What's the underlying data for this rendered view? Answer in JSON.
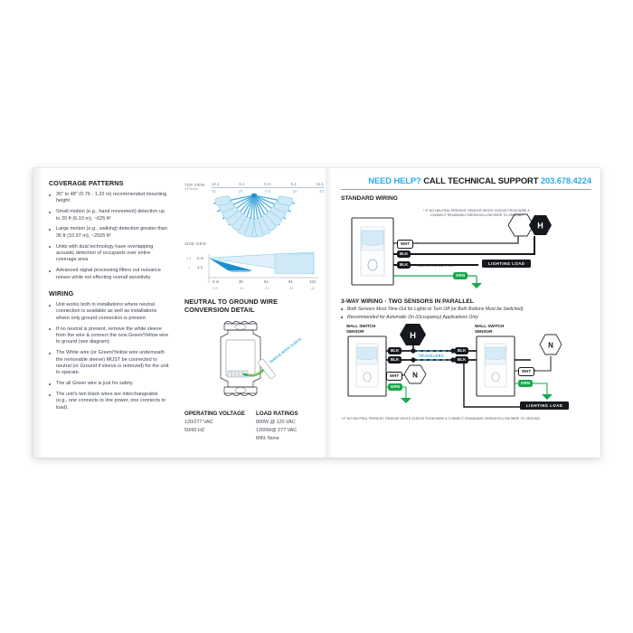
{
  "document": {
    "left_panel": {
      "coverage_heading": "COVERAGE PATTERNS",
      "coverage_bullets": [
        "30\" to 48\" (0.76 - 1.22 m) recommended mounting height",
        "Small motion (e.g., hand movement) detection up to  20 ft (6.10 m), ~625 ft²",
        "Large motion (e.g., walking) detection greater than 36 ft (10.97 m), ~2025 ft²",
        "Units with dual technology have overlapping acoustic detection of occupants over entire coverage area",
        "Advanced signal processing filters out nuisance noises while not effecting overall sensitivity"
      ],
      "wiring_heading": "WIRING",
      "wiring_bullets": [
        "Unit works both in installations where neutral connection is available as well as installations where only ground connection is present.",
        "If no neutral is present, remove the white sleeve from the wire & connect the now Green/Yellow wire to ground (see diagram).",
        "The White wire (or Green/Yellow wire underneath the removable sleeve) MUST be connected to neutral (or Ground if sleeve is removed) for the unit to operate.",
        "The all Green wire is just for safety.",
        "The unit's two black wires are interchangeable (e.g., one connects to line power, one connects to load)."
      ]
    },
    "mid_panel": {
      "top_view_label": "TOP VIEW",
      "top_view_sub": "4 ft Mount",
      "side_view_label": "SIDE VIEW",
      "conversion_heading_line1": "NEUTRAL TO GROUND WIRE",
      "conversion_heading_line2": "CONVERSION DETAIL",
      "sleeve_note": "REMOVE WHITE SLEEVE",
      "operating_voltage_heading": "OPERATING VOLTAGE",
      "operating_voltage_lines": [
        "120/277 VAC",
        "50/60 HZ"
      ],
      "load_ratings_heading": "LOAD RATINGS",
      "load_ratings_lines": [
        "800W @ 120 VAC",
        "1200W@ 277 VAC",
        "MIN: None"
      ]
    },
    "right_panel": {
      "help_prefix": "NEED HELP?",
      "help_middle": " CALL TECHNICAL SUPPORT ",
      "help_phone": "203.678.4224",
      "standard_heading": "STANDARD WIRING",
      "standard_note": "* IF NO NEUTRAL PRESENT, REMOVE WHITE SLEEVE FROM WIRE & CONNECT REMAINING GREEN/YELLOW WIRE TO GROUND",
      "standard_tags": {
        "wht": "WHT",
        "blk": "BLK",
        "grn": "GRN",
        "switched_output": "SWITCHED OUTPUT",
        "lighting_load": "LIGHTING LOAD",
        "hot": "H"
      },
      "threeway_heading": "3-WAY WIRING - TWO SENSORS IN PARALLEL",
      "threeway_bullets": [
        "Both Sensors Must Time Out for Lights to Turn Off (or Both Buttons Must be Switched)",
        "Recommended for Automatic On (Occupancy) Applications Only"
      ],
      "wall_switch_label_line1": "WALL SWITCH",
      "wall_switch_label_line2": "SENSOR",
      "travelers_label": "TRAVELERS",
      "neutral": "N",
      "hot": "H",
      "threeway_note": "* IF NO NEUTRAL PRESENT, REMOVE WHITE SLEEVE FROM WIRE & CONNECT  REMAINING GREEN/YELLOW WIRE TO GROUND"
    }
  },
  "chart_data": [
    {
      "type": "area",
      "title": "TOP VIEW",
      "subtitle": "4 ft Mount",
      "xlabel": "",
      "ylabel": "",
      "tick_labels_ft": [
        "12.1",
        "6.1",
        "0 m",
        "6.1",
        "12.1"
      ],
      "tick_labels_m": [
        "40",
        "20",
        "0 ft",
        "20",
        "40"
      ],
      "grid": false,
      "legend": "none",
      "description": "Radial fan coverage pattern, ~180 degrees, with long center lobes"
    },
    {
      "type": "area",
      "title": "SIDE VIEW",
      "xlabel": "",
      "ylabel": "",
      "y_tick_labels_ft": [
        "0 ft",
        "4"
      ],
      "y_tick_labels_m": [
        "0 m",
        "1.2"
      ],
      "x_tick_labels_m": [
        "0 m",
        "30",
        "61",
        "91",
        "122"
      ],
      "x_tick_labels_ft": [
        "0 ft",
        "10",
        "20",
        "30",
        "40"
      ],
      "grid": false,
      "legend": "none",
      "description": "Side elevation coverage wedge expanding from mount point to 122 m"
    }
  ],
  "colors": {
    "accent_cyan": "#29ace3",
    "wire_green": "#17a84a",
    "tag_black": "#15181c",
    "coverage_blue": "#2f9fd8",
    "body_text": "#3a4350"
  }
}
